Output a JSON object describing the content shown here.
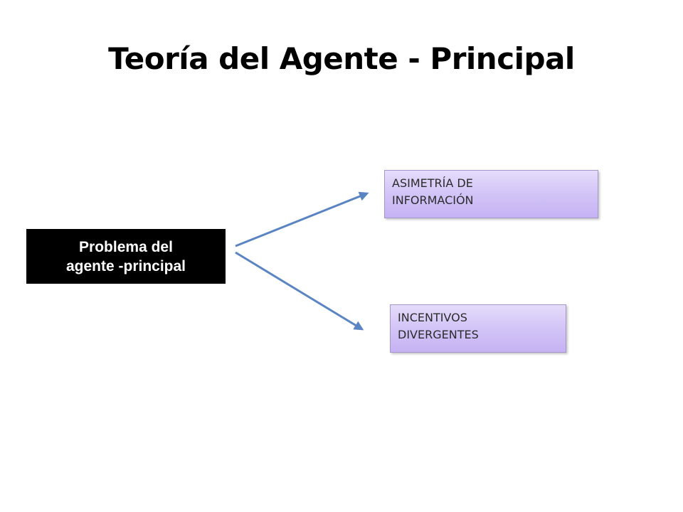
{
  "slide": {
    "title": "Teoría del Agente - Principal"
  },
  "diagram": {
    "source": {
      "label": "Problema del\nagente -principal",
      "background": "#000000",
      "text_color": "#ffffff"
    },
    "targets": [
      {
        "label": "ASIMETRÍA DE\nINFORMACIÓN"
      },
      {
        "label": "INCENTIVOS\nDIVERGENTES"
      }
    ],
    "connector_color": "#5b85c2",
    "target_fill_color": "#d4c6f7"
  }
}
